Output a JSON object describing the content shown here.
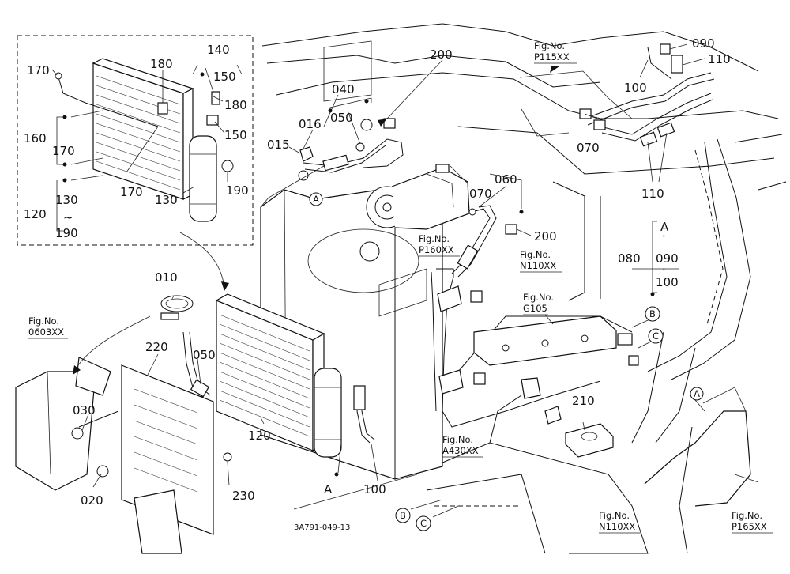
{
  "callouts": {
    "c010": "010",
    "c015": "015",
    "c016": "016",
    "c020": "020",
    "c030": "030",
    "c040": "040",
    "c050a": "050",
    "c050b": "050",
    "c060": "060",
    "c070a": "070",
    "c070b": "070",
    "c080": "080",
    "c090a": "090",
    "c090b": "090",
    "c100a": "100",
    "c100b": "100",
    "c100c": "100",
    "c110a": "110",
    "c110b": "110",
    "c120a": "120",
    "c120b": "120",
    "c130a": "130",
    "c130b": "130",
    "c140": "140",
    "c150a": "150",
    "c150b": "150",
    "c160": "160",
    "c170a": "170",
    "c170b": "170",
    "c170c": "170",
    "c180a": "180",
    "c180b": "180",
    "c190a": "190",
    "c190b": "190",
    "c200a": "200",
    "c200b": "200",
    "c210": "210",
    "c220": "220",
    "c230": "230",
    "tilde": "~",
    "dotA": "·",
    "dotB": "·"
  },
  "letters": {
    "a1": "A",
    "a2": "A",
    "a3": "A",
    "a4": "A",
    "a5": "A",
    "b1": "B",
    "b2": "B",
    "cc1": "C",
    "cc2": "C"
  },
  "fig_refs": {
    "fig_word": "Fig.No.",
    "p115": "P115XX",
    "p160": "P160XX",
    "n110a": "N110XX",
    "g105": "G105",
    "f0603": "0603XX",
    "a430": "A430XX",
    "n110b": "N110XX",
    "p165": "P165XX"
  },
  "drawing_code": "3A791-049-13"
}
